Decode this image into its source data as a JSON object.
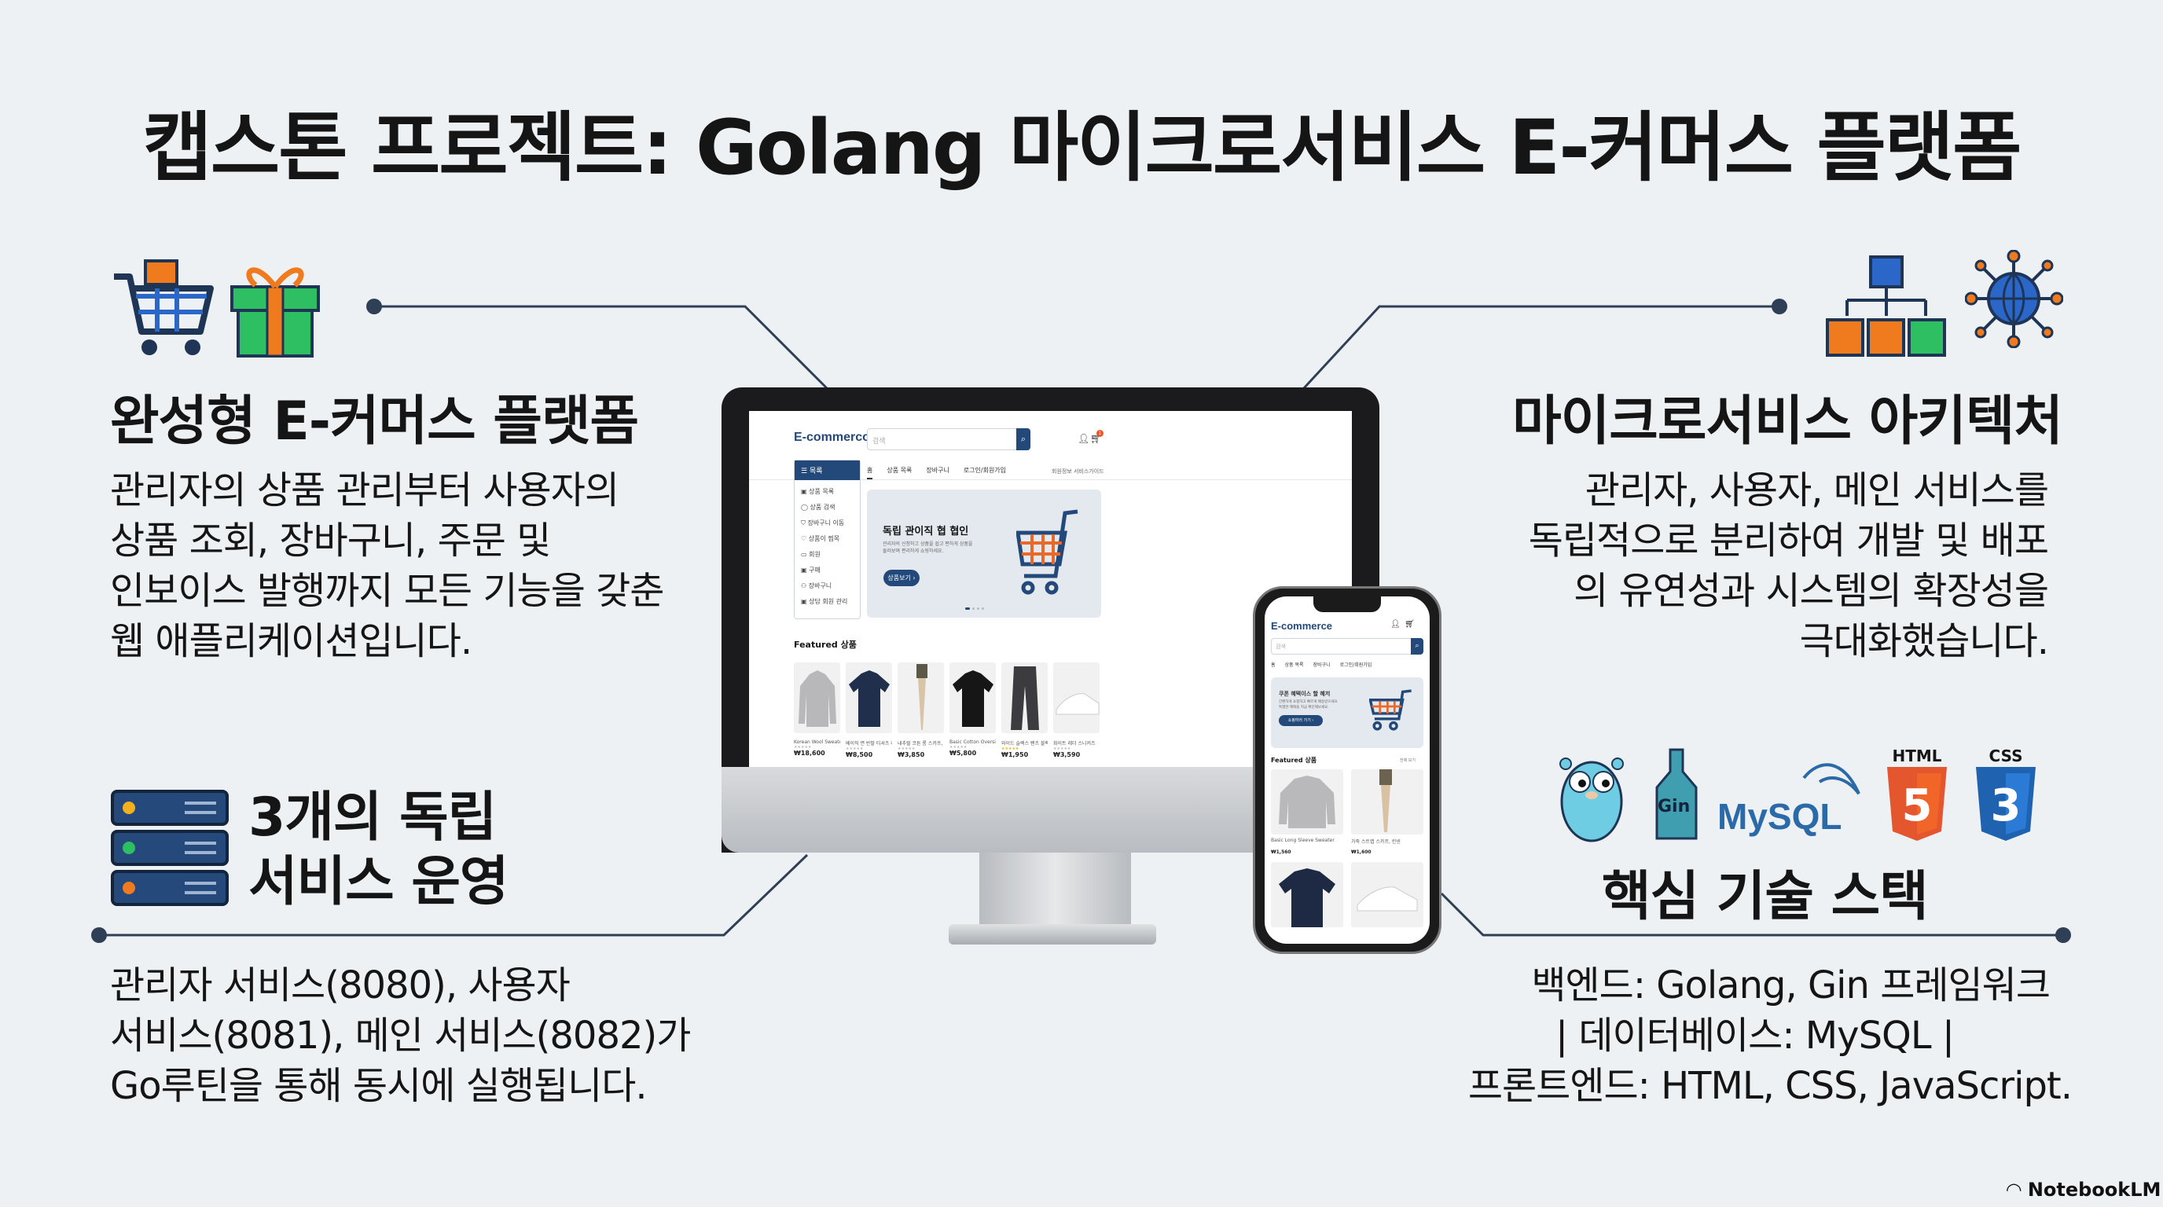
{
  "title": "캡스톤 프로젝트: Golang 마이크로서비스 E-커머스 플랫폼",
  "colors": {
    "background": "#eef1f4",
    "accent_navy": "#23497a",
    "orange": "#f07a1e",
    "green": "#27b35a",
    "line": "#2f3f56"
  },
  "sections": {
    "platform": {
      "icons": [
        "shopping-cart-icon",
        "gift-box-icon"
      ],
      "heading": "완성형 E-커머스 플랫폼",
      "lines": [
        "관리자의 상품 관리부터 사용자의",
        "상품 조회, 장바구니, 주문 및",
        "인보이스 발행까지 모든 기능을 갖춘",
        "웹 애플리케이션입니다."
      ]
    },
    "architecture": {
      "icons": [
        "cubes-hierarchy-icon",
        "network-globe-icon"
      ],
      "heading": "마이크로서비스 아키텍처",
      "lines": [
        "관리자, 사용자, 메인 서비스를",
        "독립적으로 분리하여 개발 및 배포",
        "의 유연성과 시스템의 확장성을",
        "극대화했습니다."
      ]
    },
    "services": {
      "icon": "server-stack-icon",
      "heading_lines": [
        "3개의 독립",
        "서비스 운영"
      ],
      "lines": [
        "관리자 서비스(8080), 사용자",
        "서비스(8081), 메인 서비스(8082)가",
        "Go루틴을 통해 동시에 실행됩니다."
      ]
    },
    "stack": {
      "icons": [
        "gopher-icon",
        "gin-bottle-icon",
        "mysql-logo-icon",
        "html5-icon",
        "css3-icon"
      ],
      "gin_label": "Gin",
      "mysql_label": "MySQL",
      "html_label": "HTML",
      "css_label": "CSS",
      "heading": "핵심 기술 스택",
      "lines": [
        "백엔드: Golang, Gin 프레임워크",
        "| 데이터베이스: MySQL |",
        "프론트엔드: HTML, CSS, JavaScript."
      ]
    }
  },
  "desktop": {
    "logo": "E-commerco",
    "search_placeholder": "검색",
    "cart_count": "1",
    "sidebar_header": "☰ 목록",
    "sidebar_items": [
      "상품 목록",
      "상품 검색",
      "장바구니 이동",
      "상품이 찜목",
      "회원",
      "구매",
      "장바구니",
      "상담 회원 관리"
    ],
    "nav": [
      "홈",
      "상품 목록",
      "장바구니",
      "로그인/회원가입"
    ],
    "nav_right": "회원정보 서비스가이드",
    "banner_title": "독립 관이직 협 협인",
    "banner_text": [
      "관리자의 신청하고 상품을 쉽고 편하게 상품을",
      "둘러보며 편리하게 쇼핑하세요."
    ],
    "banner_button": "상품보기 ›",
    "featured": "Featured 상품",
    "products": [
      {
        "name": "Korean Wool Sweater Mock-",
        "price": "₩18,600",
        "kind": "sweater"
      },
      {
        "name": "베이직 면 반팔 티셔츠 네이비",
        "price": "₩8,500",
        "kind": "tshirt-navy"
      },
      {
        "name": "내추럴 코튼 롱 스카프, 린넨",
        "price": "₩3,850",
        "kind": "scarf"
      },
      {
        "name": "Basic Cotton Oversized Tee",
        "price": "₩5,800",
        "kind": "tshirt-black"
      },
      {
        "name": "와이드 슬랙스 팬츠 블랙 그레이",
        "price": "₩1,950",
        "kind": "pants"
      },
      {
        "name": "화이트 레더 스니커즈",
        "price": "₩3,590",
        "kind": "sneaker"
      }
    ]
  },
  "mobile": {
    "logo": "E-commerce",
    "search_placeholder": "검색",
    "nav": [
      "홈",
      "상품 목록",
      "장바구니",
      "로그인/회원가입"
    ],
    "banner_title": "쿠폰 혜택이스 할 혜저",
    "banner_text": [
      "간편하게 쇼핑하고 빠르게 배송받으세요",
      "특별한 혜택을 지금 확인해보세요."
    ],
    "banner_button": "쇼핑하러 가기 ›",
    "featured": "Featured 상품",
    "see_all": "전체 보기",
    "products": [
      {
        "name": "Basic Long Sleeve Sweater",
        "price": "₩1,560"
      },
      {
        "name": "가죽 스트랩 스카프, 린넨",
        "price": "₩1,600"
      }
    ]
  },
  "watermark": "NotebookLM"
}
